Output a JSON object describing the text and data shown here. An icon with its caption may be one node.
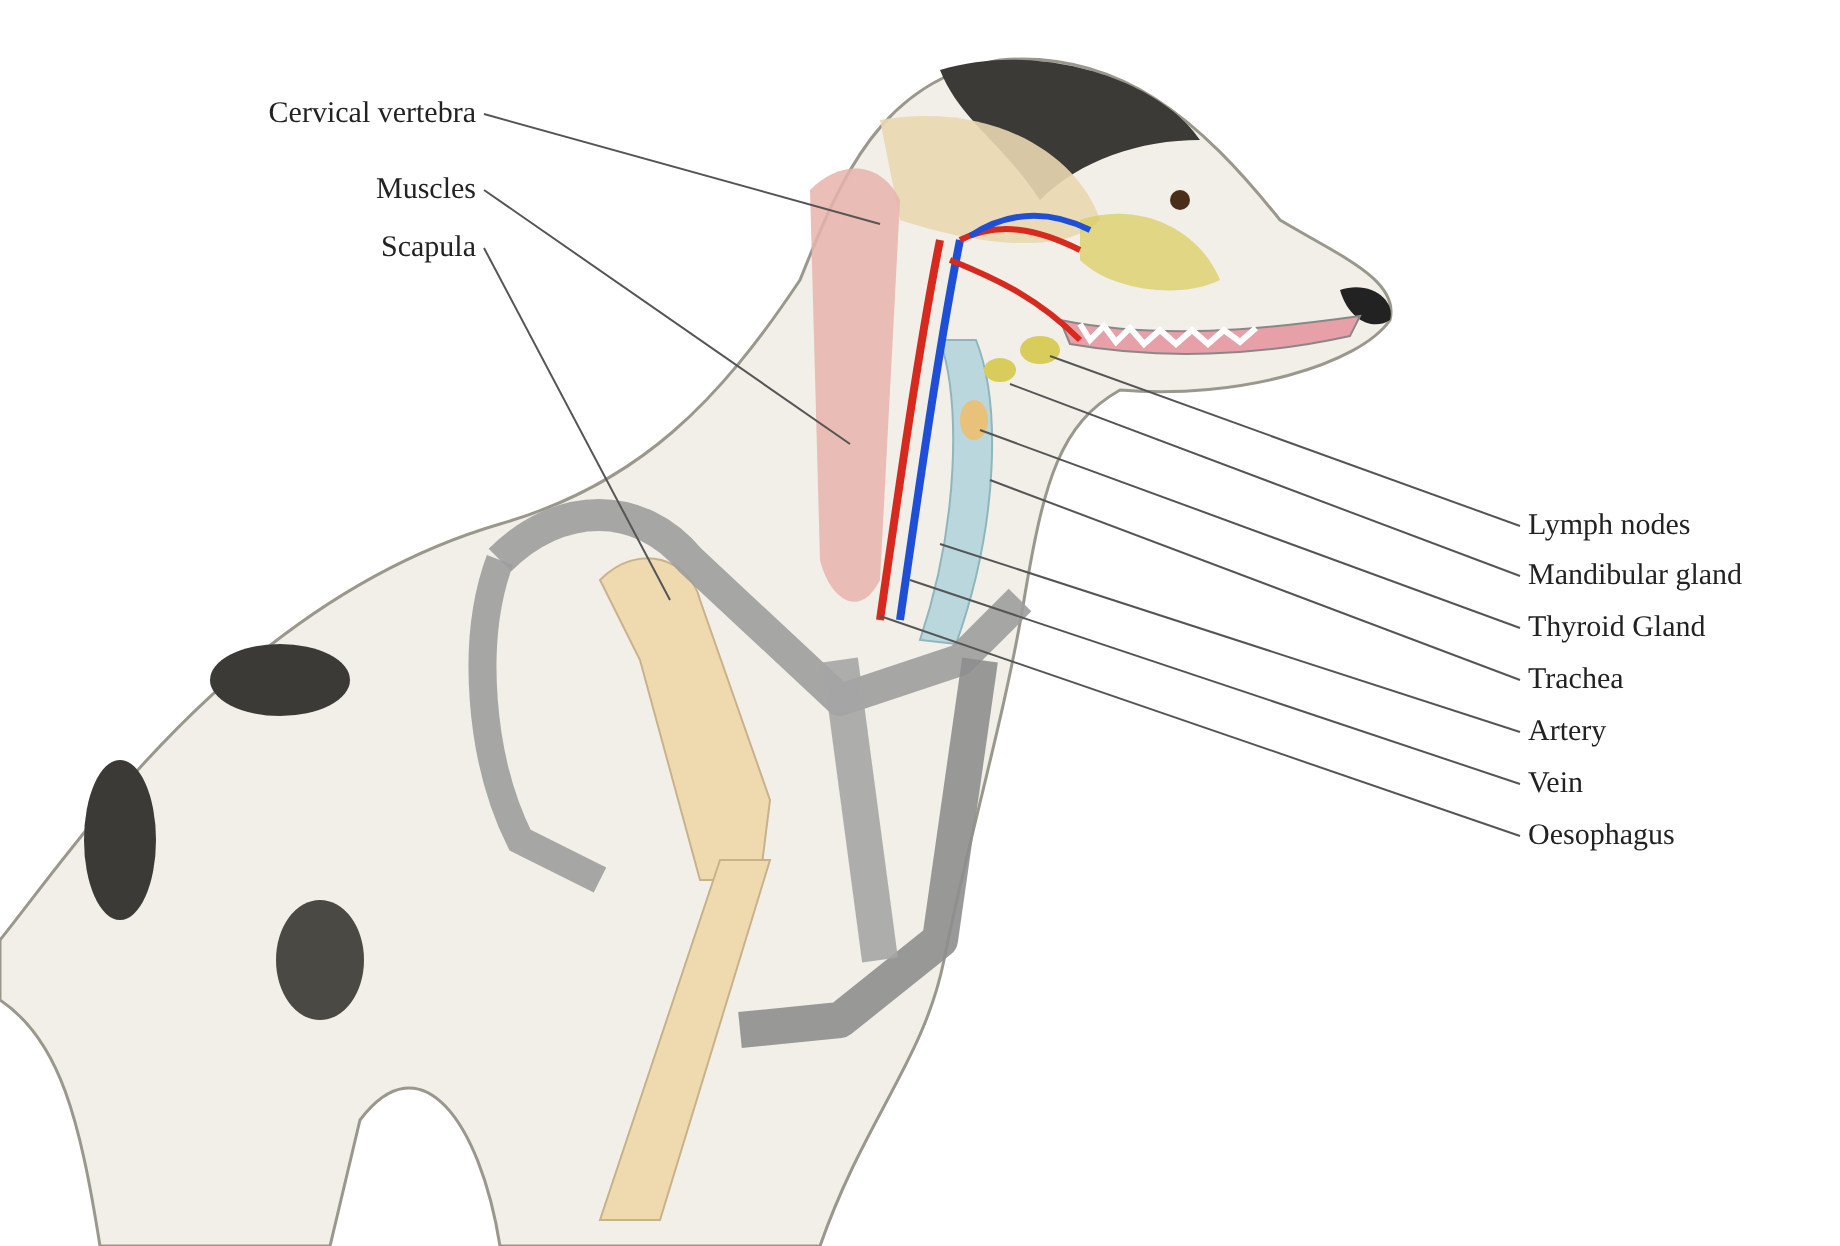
{
  "diagram": {
    "nodes": [
      {
        "text": [
          "Cervical vertebra"
        ]
      },
      {
        "text": [
          "Muscles"
        ]
      },
      {
        "text": [
          "Scapula"
        ]
      },
      {
        "text": [
          "Lymph nodes"
        ]
      },
      {
        "text": [
          "Mandibular gland"
        ]
      },
      {
        "text": [
          "Thyroid Gland"
        ]
      },
      {
        "text": [
          "Trachea"
        ]
      },
      {
        "text": [
          "Artery"
        ]
      },
      {
        "text": [
          "Vein"
        ]
      },
      {
        "text": [
          "Oesophagus"
        ]
      }
    ],
    "edges": [
      {
        "from": 0,
        "to": null,
        "arrow": "none"
      },
      {
        "from": 1,
        "to": null,
        "arrow": "none"
      },
      {
        "from": 2,
        "to": null,
        "arrow": "none"
      },
      {
        "from": 3,
        "to": null,
        "arrow": "none"
      },
      {
        "from": 4,
        "to": null,
        "arrow": "none"
      },
      {
        "from": 5,
        "to": null,
        "arrow": "none"
      },
      {
        "from": 6,
        "to": null,
        "arrow": "none"
      },
      {
        "from": 7,
        "to": null,
        "arrow": "none"
      },
      {
        "from": 8,
        "to": null,
        "arrow": "none"
      },
      {
        "from": 9,
        "to": null,
        "arrow": "none"
      }
    ]
  }
}
